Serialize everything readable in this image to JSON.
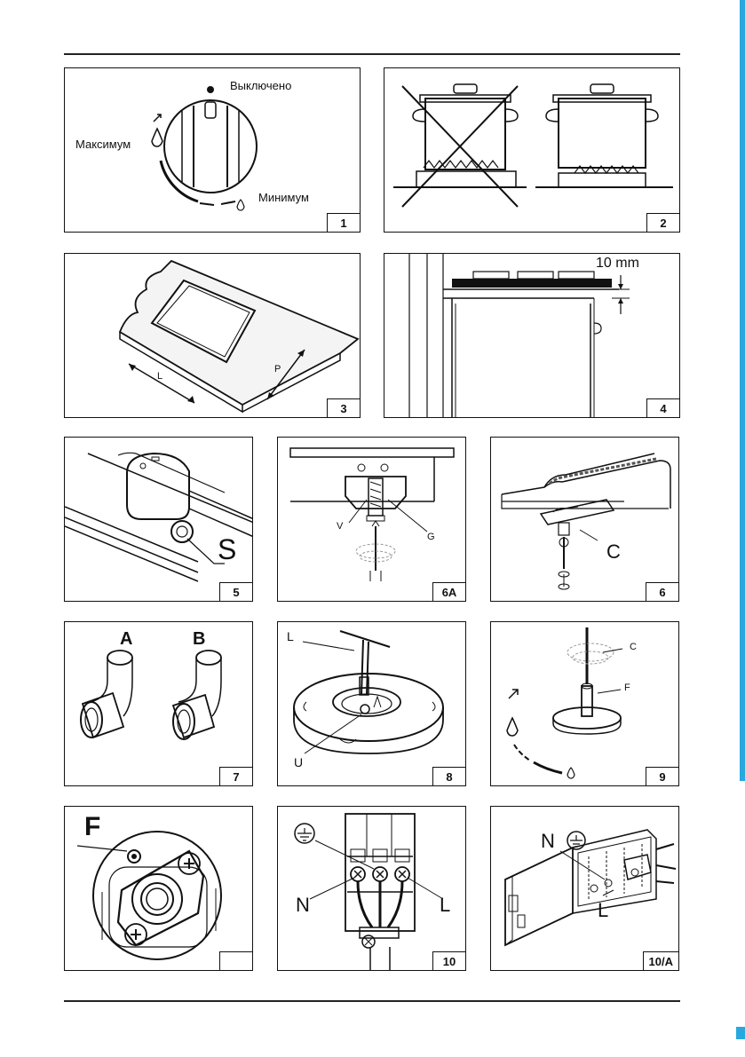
{
  "figures": [
    {
      "id": "fig1",
      "number": "1",
      "labels": {
        "off": "Выключено",
        "max": "Максимум",
        "min": "Минимум"
      }
    },
    {
      "id": "fig2",
      "number": "2"
    },
    {
      "id": "fig3",
      "number": "3",
      "labels": {
        "l": "L",
        "p": "P"
      }
    },
    {
      "id": "fig4",
      "number": "4",
      "labels": {
        "gap": "10 mm"
      }
    },
    {
      "id": "fig5",
      "number": "5",
      "labels": {
        "s": "S"
      }
    },
    {
      "id": "fig6a",
      "number": "6A",
      "labels": {
        "v": "V",
        "g": "G"
      }
    },
    {
      "id": "fig6",
      "number": "6",
      "labels": {
        "c": "C"
      }
    },
    {
      "id": "fig7",
      "number": "7",
      "labels": {
        "a": "A",
        "b": "B"
      }
    },
    {
      "id": "fig8",
      "number": "8",
      "labels": {
        "l": "L",
        "u": "U"
      }
    },
    {
      "id": "fig9",
      "number": "9",
      "labels": {
        "c": "C",
        "f": "F"
      }
    },
    {
      "id": "fig11",
      "number": "",
      "labels": {
        "f": "F"
      }
    },
    {
      "id": "fig10",
      "number": "10",
      "labels": {
        "n": "N",
        "l": "L"
      }
    },
    {
      "id": "fig10a",
      "number": "10/A",
      "labels": {
        "n": "N",
        "l": "L"
      }
    }
  ],
  "colors": {
    "accent": "#29a8e0",
    "ink": "#111111"
  }
}
